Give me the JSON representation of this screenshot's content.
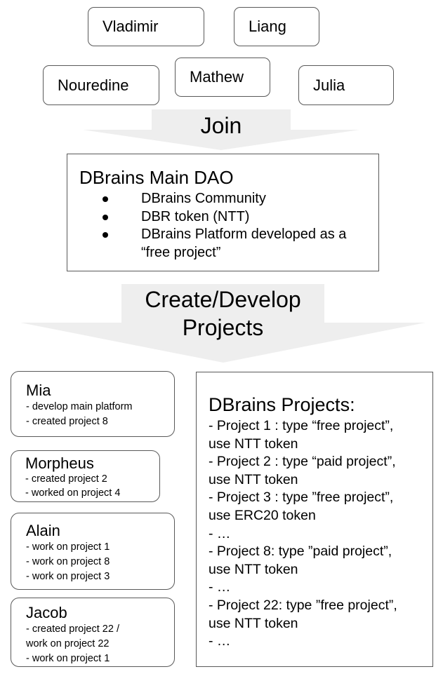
{
  "members": [
    {
      "name": "Vladimir"
    },
    {
      "name": "Liang"
    },
    {
      "name": "Nouredine"
    },
    {
      "name": "Mathew"
    },
    {
      "name": "Julia"
    }
  ],
  "join_arrow": {
    "label": "Join"
  },
  "dao": {
    "title": "DBrains Main DAO",
    "bullets": [
      {
        "text": "DBrains Community"
      },
      {
        "text": "DBR token (NTT)"
      },
      {
        "text": "DBrains Platform developed as a",
        "text2": "“free project”"
      }
    ]
  },
  "develop_arrow": {
    "label1": "Create/Develop",
    "label2": "Projects"
  },
  "people": [
    {
      "name": "Mia",
      "lines": [
        "- develop main platform",
        "- created project 8"
      ]
    },
    {
      "name": "Morpheus",
      "lines": [
        "- created project 2",
        "- worked on project 4"
      ]
    },
    {
      "name": "Alain",
      "lines": [
        "- work on project 1",
        "- work on project 8",
        "- work on project 3"
      ]
    },
    {
      "name": "Jacob",
      "lines": [
        "- created project 22 /",
        "work on project 22",
        "- work on project 1"
      ]
    }
  ],
  "projects": {
    "title": "DBrains Projects:",
    "lines": [
      "- Project 1 : type “free project”,",
      "use NTT token",
      "- Project 2 : type “paid project”,",
      "use NTT token",
      "- Project 3 : type ”free project”,",
      "use ERC20 token",
      "- …",
      "- Project 8: type ”paid project”,",
      "use NTT token",
      "- …",
      "- Project 22: type ”free project”,",
      "use NTT token",
      "- …"
    ]
  },
  "colors": {
    "arrow_fill": "#eeeeee",
    "border": "#595959",
    "text": "#000000",
    "background": "#ffffff"
  }
}
